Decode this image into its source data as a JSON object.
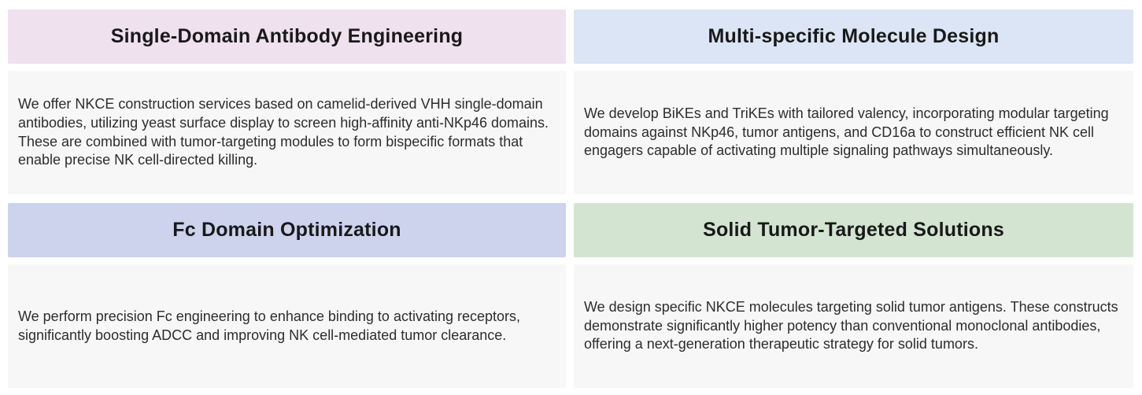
{
  "colors": {
    "page_background": "#ffffff",
    "body_background": "#f7f7f7",
    "title_text": "#191919",
    "body_text": "#2d2d2d",
    "header_pink": "#f0e1ee",
    "header_blue": "#dbe5f5",
    "header_purple": "#cdd3ed",
    "header_green": "#d3e5d1"
  },
  "cards": [
    {
      "title": "Single-Domain Antibody Engineering",
      "body": "We offer NKCE construction services based on camelid-derived VHH single-domain antibodies, utilizing yeast surface display to screen high-affinity anti-NKp46 domains. These are combined with tumor-targeting modules to form bispecific formats that enable precise NK cell-directed killing.",
      "header_color": "#f0e1ee"
    },
    {
      "title": "Multi-specific Molecule Design",
      "body": "We develop BiKEs and TriKEs with tailored valency, incorporating modular targeting domains against NKp46, tumor antigens, and CD16a to construct efficient NK cell engagers capable of activating multiple signaling pathways simultaneously.",
      "header_color": "#dbe5f5"
    },
    {
      "title": "Fc Domain Optimization",
      "body": "We perform precision Fc engineering to enhance binding to activating receptors, significantly boosting ADCC and improving NK cell-mediated tumor clearance.",
      "header_color": "#cdd3ed"
    },
    {
      "title": "Solid Tumor-Targeted Solutions",
      "body": "We design specific NKCE molecules targeting solid tumor antigens. These constructs demonstrate significantly higher potency than conventional monoclonal antibodies, offering a next-generation therapeutic strategy for solid tumors.",
      "header_color": "#d3e5d1"
    }
  ]
}
